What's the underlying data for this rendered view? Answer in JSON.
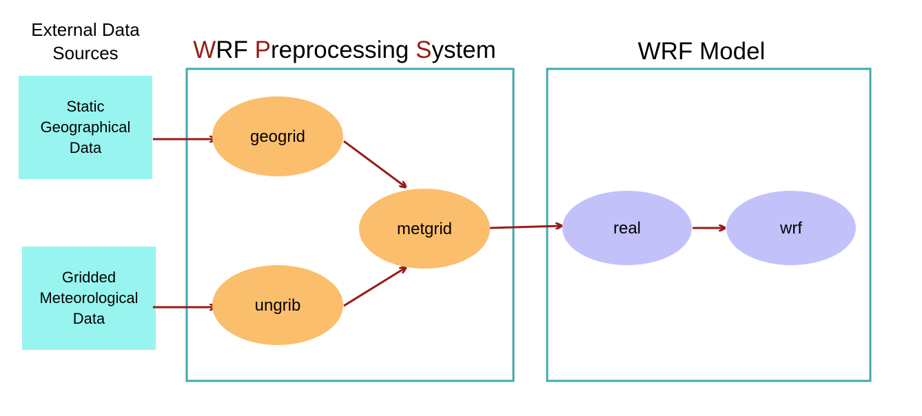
{
  "colors": {
    "source_box": "#98f4ef",
    "wps_node": "#fbbe6c",
    "model_node": "#c3c1fa",
    "container_border": "#42a9ac",
    "arrow": "#961c16",
    "accent_letter": "#961c16",
    "text": "#000000"
  },
  "external_sources": {
    "heading_line1": "External Data",
    "heading_line2": "Sources",
    "static": {
      "line1": "Static",
      "line2": "Geographical",
      "line3": "Data"
    },
    "gridded": {
      "line1": "Gridded",
      "line2": "Meteorological",
      "line3": "Data"
    }
  },
  "wps": {
    "title_parts": [
      {
        "text": "W",
        "accent": true
      },
      {
        "text": "RF ",
        "accent": false
      },
      {
        "text": "P",
        "accent": true
      },
      {
        "text": "reprocessing ",
        "accent": false
      },
      {
        "text": "S",
        "accent": true
      },
      {
        "text": "ystem",
        "accent": false
      }
    ],
    "nodes": {
      "geogrid": "geogrid",
      "ungrib": "ungrib",
      "metgrid": "metgrid"
    }
  },
  "model": {
    "title": "WRF Model",
    "nodes": {
      "real": "real",
      "wrf": "wrf"
    }
  }
}
